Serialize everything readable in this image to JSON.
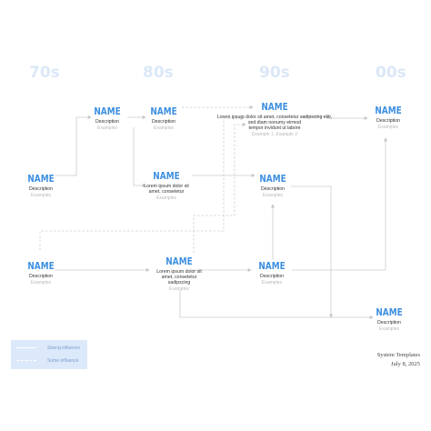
{
  "eras": [
    "70s",
    "80s",
    "90s",
    "00s"
  ],
  "nodes": [
    {
      "name": "NAME",
      "desc": [
        "Description"
      ],
      "example": "Examples"
    },
    {
      "name": "NAME",
      "desc": [
        "Description"
      ],
      "example": "Examples"
    },
    {
      "name": "NAME",
      "desc": [
        "Lorem ipsum dolor sit amet, consetetur sadipscing elitr,",
        "sed diam nonumy eirmod",
        "tempor invidunt ut labore"
      ],
      "example": "Example 1, Example 2"
    },
    {
      "name": "NAME",
      "desc": [
        "Description"
      ],
      "example": "Examples"
    },
    {
      "name": "NAME",
      "desc": [
        "Description"
      ],
      "example": "Examples"
    },
    {
      "name": "NAME",
      "desc": [
        "Lorem ipsum dolor sit",
        "amet, consetetur"
      ],
      "example": "Examples"
    },
    {
      "name": "NAME",
      "desc": [
        "Description"
      ],
      "example": "Examples"
    },
    {
      "name": "NAME",
      "desc": [
        "Description"
      ],
      "example": "Examples"
    },
    {
      "name": "NAME",
      "desc": [
        "Lorem ipsum dolor sit",
        "amet, consetetur",
        "sadipscing"
      ],
      "example": "Examples"
    },
    {
      "name": "NAME",
      "desc": [
        "Description"
      ],
      "example": "Examples"
    },
    {
      "name": "NAME",
      "desc": [
        "Description"
      ],
      "example": "Examples"
    }
  ],
  "legend": {
    "strong": "Strong influence",
    "some": "Some influence"
  },
  "footer": {
    "title": "System Templates",
    "date": "July 8, 2025"
  },
  "colors": {
    "name": "#3d8fe0",
    "era": "#dbe8f7",
    "connector": "#cccccc",
    "legend_bg": "#dce9fb"
  }
}
